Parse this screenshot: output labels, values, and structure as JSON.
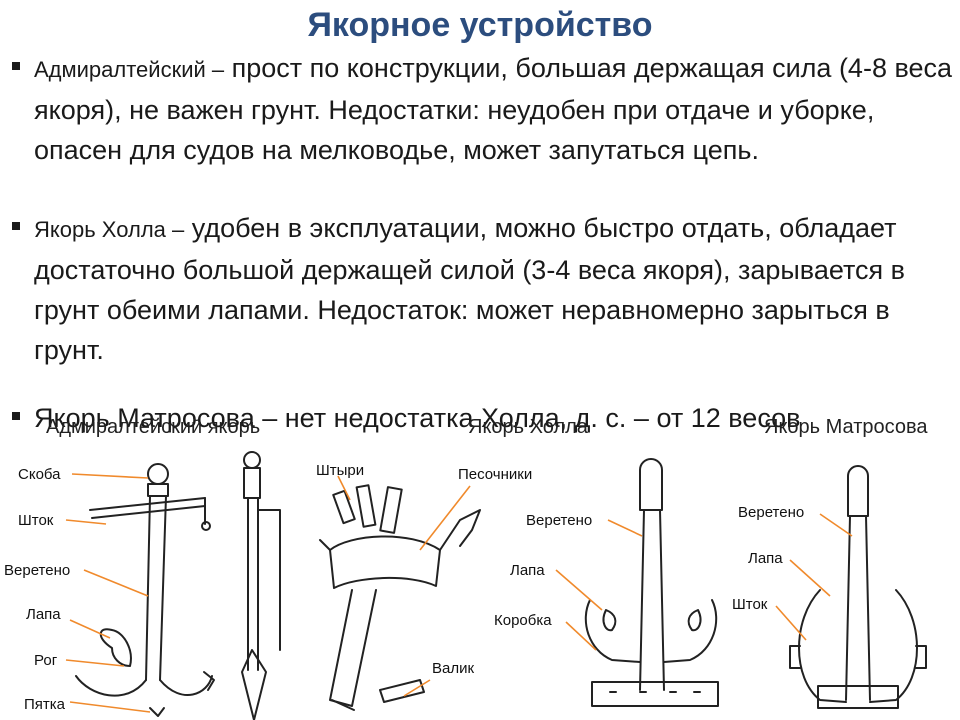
{
  "title": "Якорное устройство",
  "bullets": [
    {
      "lead": "Адмиралтейский –",
      "text": " прост по конструкции, большая держащая сила (4-8 веса якоря), не важен грунт. Недостатки: неудобен при отдаче и уборке, опасен для судов на мелководье, может запутаться цепь."
    },
    {
      "lead": "Якорь Холла –",
      "text": " удобен в эксплуатации, можно быстро отдать, обладает достаточно большой держащей силой (3-4 веса якоря), зарывается в грунт обеими лапами. Недостаток: может неравномерно зарыться в грунт."
    },
    {
      "lead": "Якорь Матросова –",
      "text": " нет недостатка Холла, д. с. – от 12 весов"
    }
  ],
  "figures": {
    "admiralty": {
      "caption": "Адмиралтейский якорь",
      "labels": {
        "skoba": "Скоба",
        "shtok": "Шток",
        "vereteno": "Веретено",
        "lapa": "Лапа",
        "rog": "Рог",
        "pyatka": "Пятка"
      }
    },
    "hall": {
      "caption": "Якорь Холла",
      "labels": {
        "shtyri": "Штыри",
        "pesochniki": "Песочники",
        "valik": "Валик",
        "vereteno": "Веретено",
        "lapa": "Лапа",
        "korobka": "Коробка"
      }
    },
    "matrosov": {
      "caption": "Якорь Матросова",
      "labels": {
        "vereteno": "Веретено",
        "lapa": "Лапа",
        "shtok": "Шток"
      }
    }
  },
  "colors": {
    "title": "#2c4d7e",
    "leader_lines": "#f08a2c"
  }
}
